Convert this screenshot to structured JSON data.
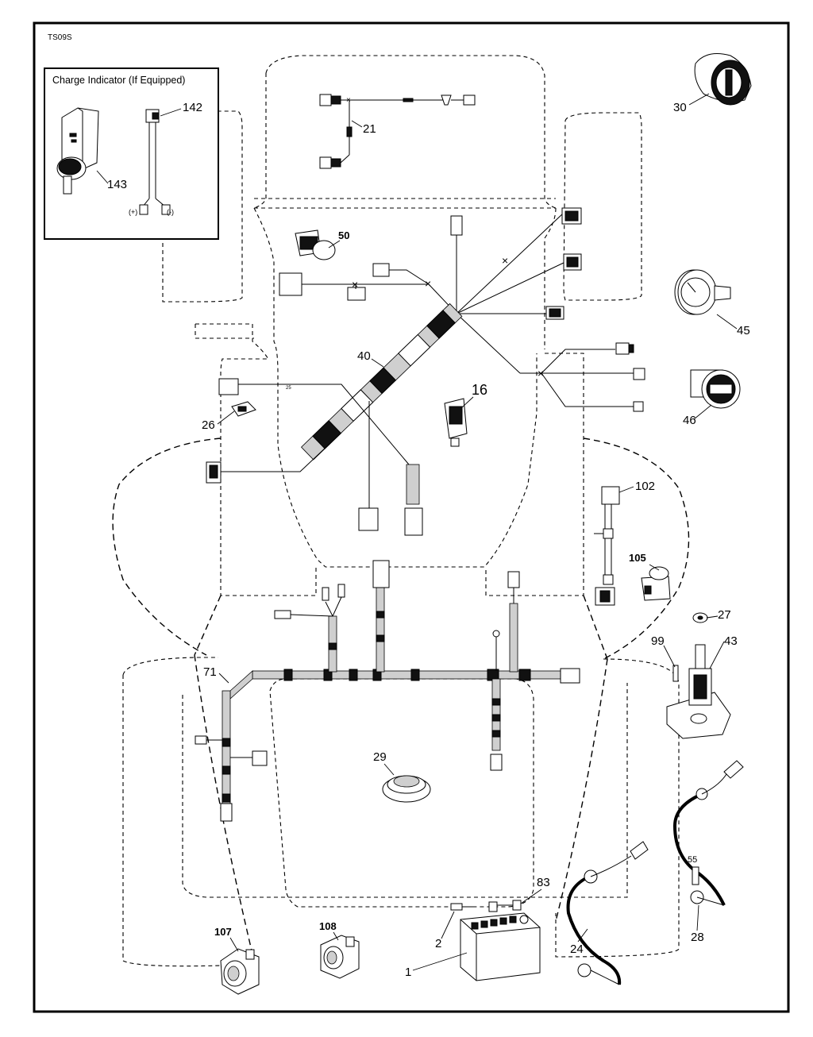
{
  "drawing_code": "TS09S",
  "inset": {
    "title": "Charge Indicator (If Equipped)",
    "plus_label": "(+)",
    "minus_label": "(-)",
    "parts": [
      "142",
      "143"
    ]
  },
  "callouts": {
    "p1": "1",
    "p2": "2",
    "p16": "16",
    "p21": "21",
    "p24": "24",
    "p26": "26",
    "p27": "27",
    "p28": "28",
    "p29": "29",
    "p30": "30",
    "p40": "40",
    "p43": "43",
    "p45": "45",
    "p46": "46",
    "p50": "50",
    "p55": "55",
    "p71": "71",
    "p83": "83",
    "p99": "99",
    "p102": "102",
    "p105": "105",
    "p107": "107",
    "p108": "108"
  },
  "wire_gauges": {
    "g_main": "25"
  },
  "icons": {
    "connector": "connector-icon",
    "gauge": "gauge-icon",
    "hour_meter": "hour-meter-icon",
    "ignition_switch": "ignition-switch-icon",
    "battery": "battery-icon",
    "solenoid": "solenoid-icon",
    "cable": "battery-cable-icon"
  },
  "colors": {
    "line": "#000000",
    "background": "#ffffff",
    "sleeve": "#cfcfcf"
  }
}
